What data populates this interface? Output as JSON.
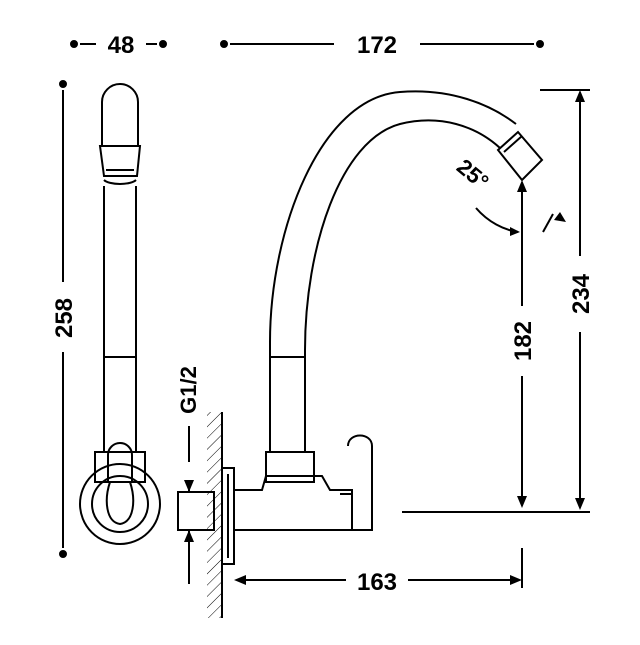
{
  "dimensions": {
    "width_top_left": "48",
    "width_top_right": "172",
    "height_left": "258",
    "height_right": "234",
    "height_mid": "182",
    "reach_bottom": "163",
    "angle": "25°",
    "thread": "G1/2"
  },
  "colors": {
    "line": "#000000",
    "background": "#ffffff"
  }
}
